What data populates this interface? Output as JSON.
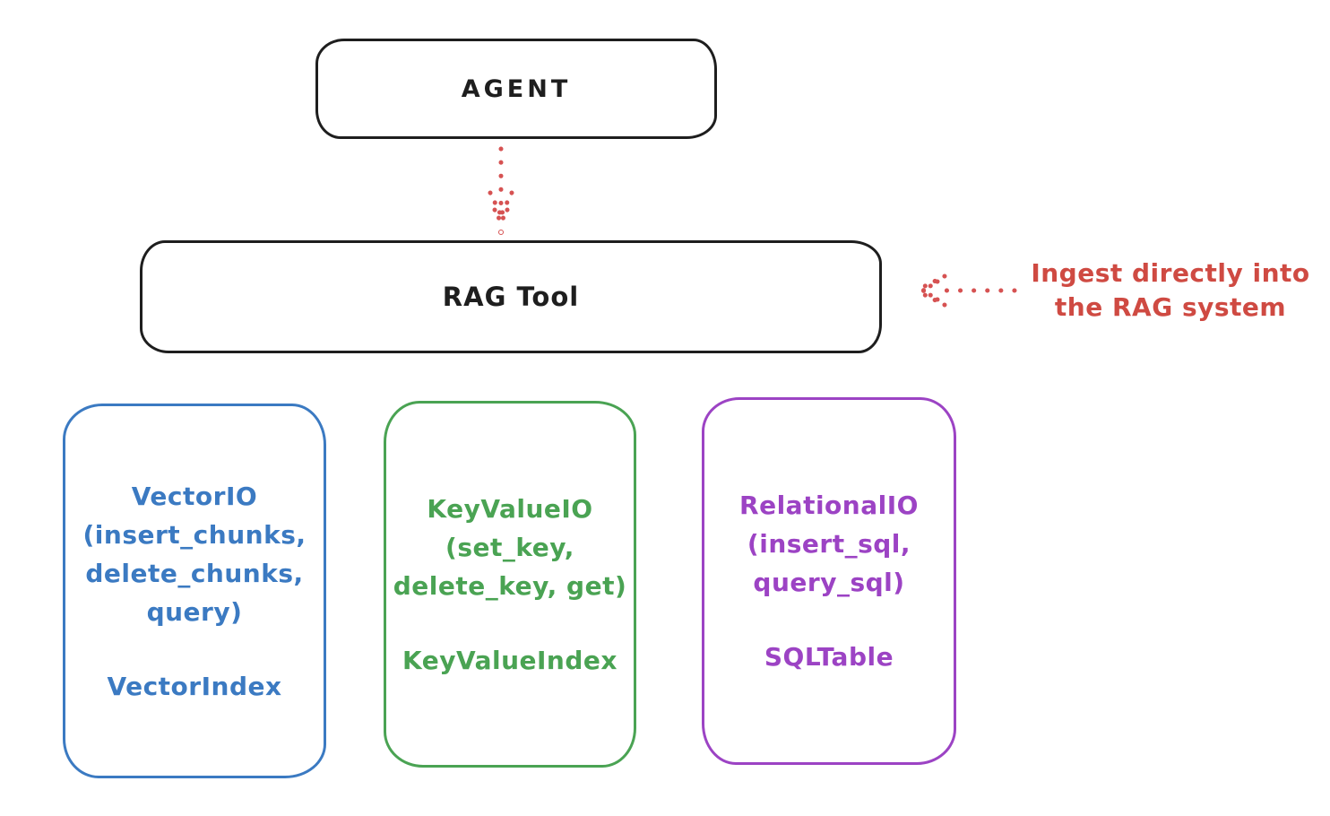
{
  "diagram": {
    "title_context": "RAG tool architecture sketch",
    "agent_box": {
      "label": "AGENT"
    },
    "rag_tool_box": {
      "label": "RAG Tool"
    },
    "annotation": {
      "line1": "Ingest directly into",
      "line2": "the RAG system",
      "color": "#cf4a42"
    },
    "arrows": [
      {
        "name": "agent-to-ragtool",
        "style": "dotted",
        "direction": "down",
        "color": "#d65252"
      },
      {
        "name": "annotation-to-ragtool",
        "style": "dotted",
        "direction": "left",
        "color": "#d65252"
      }
    ],
    "storage_boxes": [
      {
        "id": "vector-io",
        "color": "#3b7ac2",
        "lines": [
          "VectorIO",
          "(insert_chunks,",
          "delete_chunks,",
          "query)"
        ],
        "index_label": "VectorIndex"
      },
      {
        "id": "keyvalue-io",
        "color": "#4aa353",
        "lines": [
          "KeyValueIO",
          "(set_key,",
          "delete_key, get)"
        ],
        "index_label": "KeyValueIndex"
      },
      {
        "id": "relational-io",
        "color": "#9c43c4",
        "lines": [
          "RelationalIO",
          "(insert_sql,",
          "query_sql)"
        ],
        "index_label": "SQLTable"
      }
    ],
    "colors": {
      "stroke_black": "#1e1e1e",
      "red": "#d65252",
      "background": "#ffffff"
    }
  }
}
